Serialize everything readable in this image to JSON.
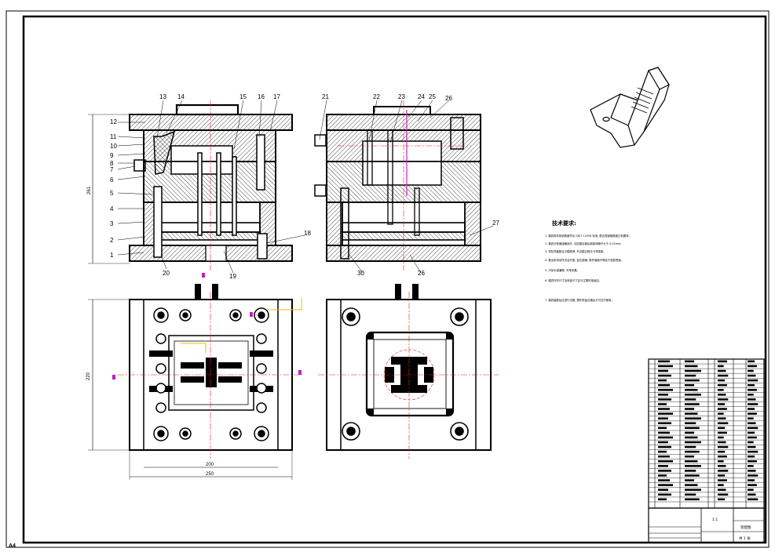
{
  "drawing": {
    "sheet_corner_mark": "A4",
    "front_view": {
      "height_dim": "261",
      "labels": [
        "1",
        "2",
        "3",
        "4",
        "5",
        "6",
        "7",
        "8",
        "9",
        "10",
        "11",
        "12",
        "13",
        "14",
        "15",
        "16",
        "17",
        "18",
        "19",
        "20"
      ]
    },
    "side_view": {
      "labels": [
        "21",
        "22",
        "23",
        "24",
        "25",
        "26",
        "27",
        "26",
        "30"
      ]
    },
    "plan_view": {
      "height_dim": "220",
      "width_inner_dim": "200",
      "width_outer_dim": "250"
    },
    "technical_requirements": {
      "title": "技术要求:",
      "items": [
        "1. 模具零件制造精度符合 GB/T 12556 标准, 配合表面粗糙度达到要求。",
        "2. 模具分型面接触良好, 动定模合模后局部间隙不大于 0.02mm。",
        "3. 导柱导套配合平稳顺滑, 开合模过程无卡滞现象。",
        "4. 推出机构动作灵活可靠, 复位准确, 推杆端面不得高于型腔表面。",
        "5. 冷却水道通畅, 不得渗漏。",
        "6. 模具外形尺寸及安装尺寸应与注塑机相适应。",
        "7. 模具装配后应进行试模, 塑件质量合格后方可交付使用。"
      ]
    },
    "title_block": {
      "drawing_name": "装配图",
      "scale": "1:1",
      "sheet": "共 1 张"
    },
    "colors": {
      "line": "#000000",
      "centerline": "#e0201a",
      "accent_magenta": "#c020c0",
      "accent_yellow": "#e8c000"
    }
  }
}
